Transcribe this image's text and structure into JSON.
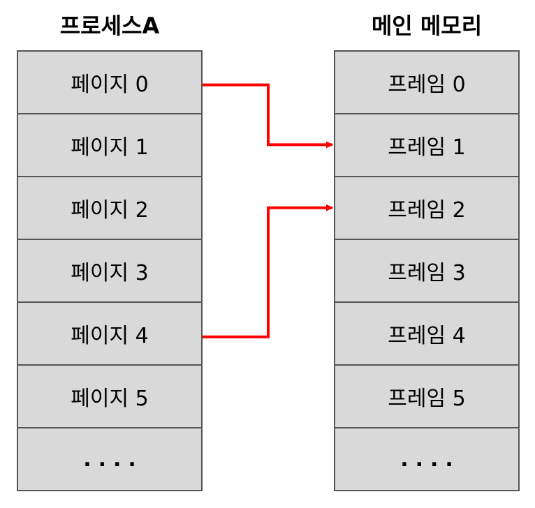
{
  "process": {
    "title": "프로세스A",
    "pages": [
      "페이지 0",
      "페이지 1",
      "페이지 2",
      "페이지 3",
      "페이지 4",
      "페이지 5"
    ],
    "ellipsis": "...."
  },
  "memory": {
    "title": "메인 메모리",
    "frames": [
      "프레임 0",
      "프레임 1",
      "프레임 2",
      "프레임 3",
      "프레임 4",
      "프레임 5"
    ],
    "ellipsis": "...."
  },
  "mappings": [
    {
      "page_index": 0,
      "frame_index": 1
    },
    {
      "page_index": 4,
      "frame_index": 2
    }
  ],
  "colors": {
    "arrow": "#ff0000",
    "cell_fill": "#d9d9d9",
    "border": "#555555"
  }
}
